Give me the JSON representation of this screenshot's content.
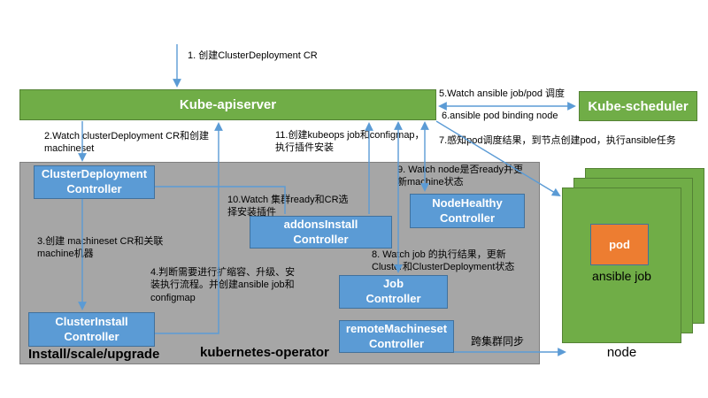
{
  "apiserver": {
    "label": "Kube-apiserver"
  },
  "scheduler": {
    "label": "Kube-scheduler"
  },
  "operator": {
    "label": "kubernetes-operator",
    "sublabel": "Install/scale/upgrade",
    "controllers": {
      "clusterDeployment": "ClusterDeployment\nController",
      "addonsInstall": "addonsInstall\nController",
      "nodeHealthy": "NodeHealthy\nController",
      "job": "Job\nController",
      "remoteMachineset": "remoteMachineset\nController",
      "clusterInstall": "ClusterInstall\nController"
    }
  },
  "node_stack": {
    "pod_label": "pod",
    "ansible_job_label": "ansible job",
    "node_label": "node"
  },
  "annotations": {
    "step1": "1. 创建ClusterDeployment CR",
    "step2": "2.Watch clusterDeployment CR和创建\nmachineset",
    "step3": "3.创建 machineset CR和关联\nmachine机器",
    "step4": "4.判断需要进行扩缩容、升级、安\n装执行流程。并创建ansible job和\nconfigmap",
    "step5": "5.Watch ansible job/pod 调度",
    "step6": "6.ansible pod binding node",
    "step7": "7.感知pod调度结果，到节点创建pod，执行ansible任务",
    "step8": "8. Watch job 的执行结果，更新\nCluster和ClusterDeployment状态",
    "step9": "9. Watch node是否ready并更\n新machine状态",
    "step10": "10.Watch 集群ready和CR选\n择安装插件",
    "step11": "11.创建kubeops job和configmap，\n执行插件安装",
    "cross_cluster": "跨集群同步"
  },
  "colors": {
    "green": "#70AD47",
    "blue": "#5B9BD5",
    "orange": "#ED7D31",
    "gray": "#A6A6A6",
    "arrow": "#5B9BD5"
  }
}
